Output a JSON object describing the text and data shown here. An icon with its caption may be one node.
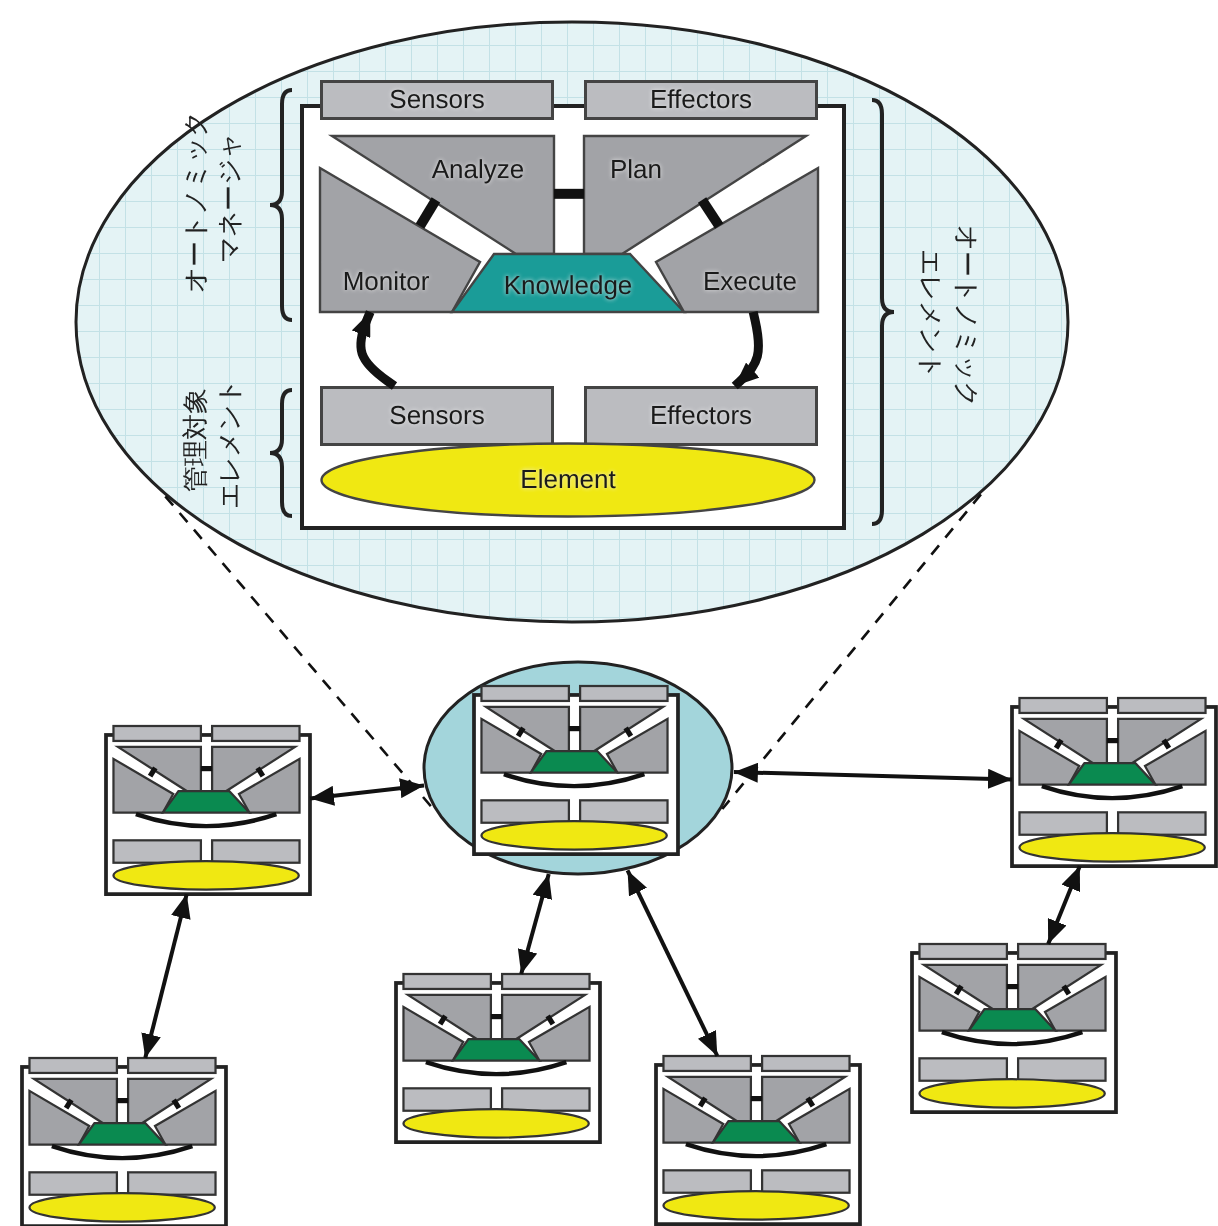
{
  "diagram": {
    "nodes": [
      {
        "text": [],
        "shape": "ellipse"
      },
      {
        "text": [],
        "shape": "box",
        "in": 0
      },
      {
        "text": [
          "Sensors"
        ],
        "in": 0
      },
      {
        "text": [
          "Effectors"
        ],
        "in": 0
      },
      {
        "text": [
          "Analyze"
        ],
        "in": 1
      },
      {
        "text": [
          "Plan"
        ],
        "in": 1
      },
      {
        "text": [
          "Monitor"
        ],
        "in": 1
      },
      {
        "text": [
          "Knowledge"
        ],
        "in": 1
      },
      {
        "text": [
          "Execute"
        ],
        "in": 1
      },
      {
        "text": [
          "Sensors"
        ],
        "in": 1
      },
      {
        "text": [
          "Effectors"
        ],
        "in": 1
      },
      {
        "text": [
          "Element"
        ],
        "in": 1
      },
      {
        "text": [],
        "shape": "ellipse"
      },
      {
        "text": [],
        "shape": "picture",
        "in": 12
      },
      {
        "text": [],
        "shape": "picture"
      },
      {
        "text": [],
        "shape": "picture"
      },
      {
        "text": [],
        "shape": "picture"
      },
      {
        "text": [],
        "shape": "picture"
      },
      {
        "text": [],
        "shape": "picture"
      },
      {
        "text": [],
        "shape": "picture"
      }
    ],
    "edges": [
      {
        "from": 0,
        "to": 12,
        "arrow": "none",
        "style": "dashed"
      },
      {
        "from": 0,
        "to": 12,
        "arrow": "none",
        "style": "dashed"
      },
      {
        "from": 9,
        "to": 6,
        "arrow": "to",
        "style": "thick"
      },
      {
        "from": 8,
        "to": 10,
        "arrow": "to",
        "style": "thick"
      },
      {
        "from": 12,
        "to": 15,
        "arrow": "both"
      },
      {
        "from": 15,
        "to": 14,
        "arrow": "both"
      },
      {
        "from": 12,
        "to": 16,
        "arrow": "both"
      },
      {
        "from": 12,
        "to": 17,
        "arrow": "both"
      },
      {
        "from": 12,
        "to": 19,
        "arrow": "both"
      },
      {
        "from": 19,
        "to": 18,
        "arrow": "both"
      },
      {
        "from": 4,
        "to": 5,
        "arrow": "none",
        "style": "thick"
      },
      {
        "from": 4,
        "to": 6,
        "arrow": "none",
        "style": "thick"
      },
      {
        "from": 5,
        "to": 8,
        "arrow": "none",
        "style": "thick"
      }
    ],
    "labels": [
      "オートノミック",
      "マネージャ",
      "管理対象",
      "エレメント",
      "オートノミック",
      "エレメント"
    ]
  }
}
